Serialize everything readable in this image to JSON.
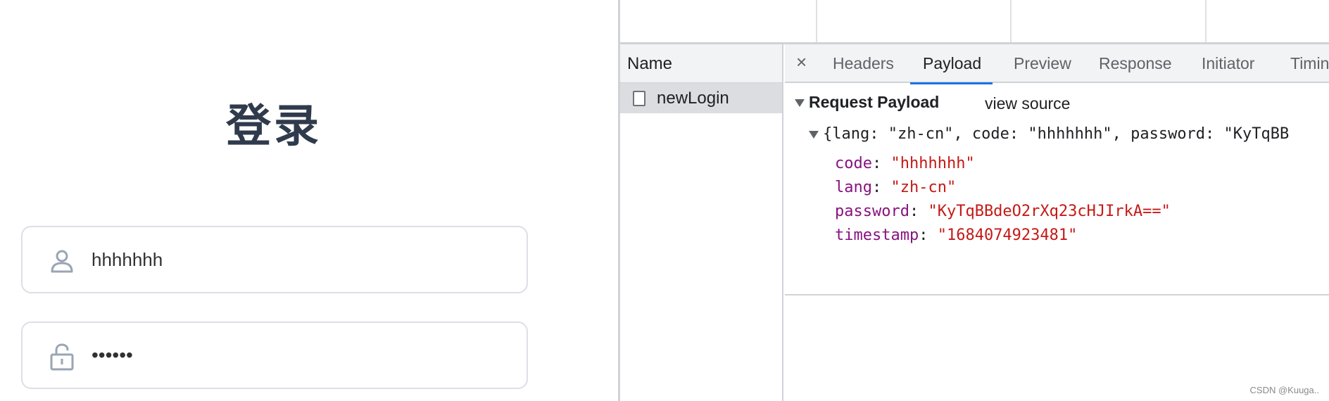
{
  "login": {
    "title": "登录",
    "username_value": "hhhhhhh",
    "password_masked": "••••••",
    "icons": {
      "user": "user-icon",
      "lock": "lock-icon"
    }
  },
  "devtools": {
    "name_header": "Name",
    "request_name": "newLogin",
    "tabs": {
      "close": "×",
      "headers": "Headers",
      "payload": "Payload",
      "preview": "Preview",
      "response": "Response",
      "initiator": "Initiator",
      "timing": "Timing"
    },
    "active_tab": "Payload",
    "payload": {
      "section_title": "Request Payload",
      "view_source": "view source",
      "summary": "{lang: \"zh-cn\", code: \"hhhhhhh\", password: \"KyTqBB",
      "properties": [
        {
          "key": "code",
          "value": "\"hhhhhhh\""
        },
        {
          "key": "lang",
          "value": "\"zh-cn\""
        },
        {
          "key": "password",
          "value": "\"KyTqBBdeO2rXq23cHJIrkA==\""
        },
        {
          "key": "timestamp",
          "value": "\"1684074923481\""
        }
      ]
    }
  },
  "watermark": "CSDN @Kuuga..",
  "colors": {
    "title": "#2f3b4c",
    "key": "#881280",
    "string_value": "#c41a16",
    "active_tab_underline": "#1a73e8"
  }
}
